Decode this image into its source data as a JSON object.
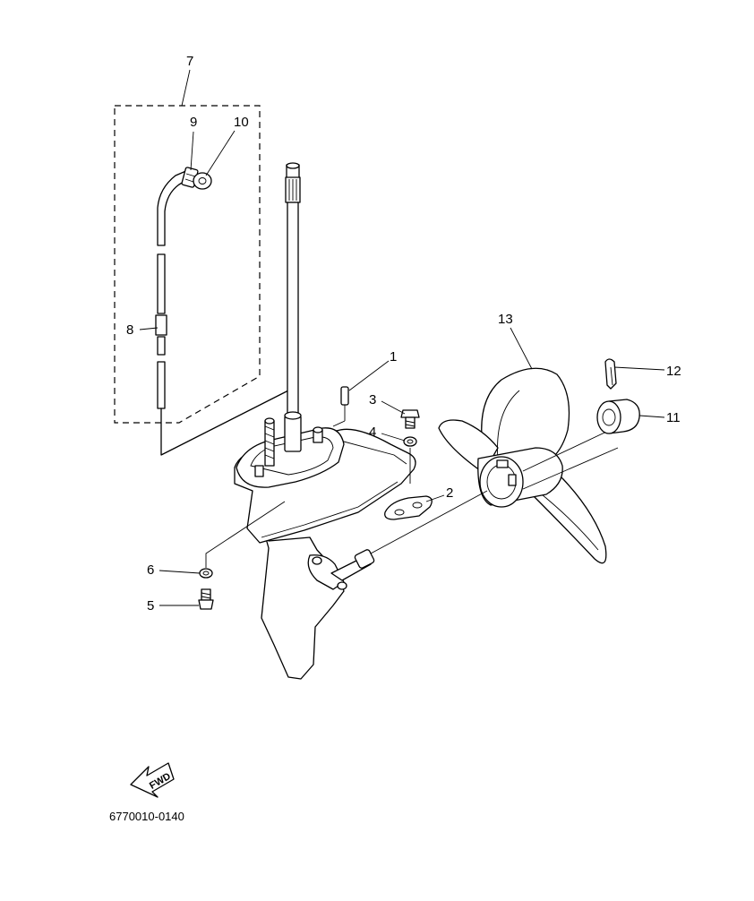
{
  "callouts": {
    "c1": "1",
    "c2": "2",
    "c3": "3",
    "c4": "4",
    "c5": "5",
    "c6": "6",
    "c7": "7",
    "c8": "8",
    "c9": "9",
    "c10": "10",
    "c11": "11",
    "c12": "12",
    "c13": "13"
  },
  "fwd_label": "FWD",
  "part_code": "6770010-0140"
}
